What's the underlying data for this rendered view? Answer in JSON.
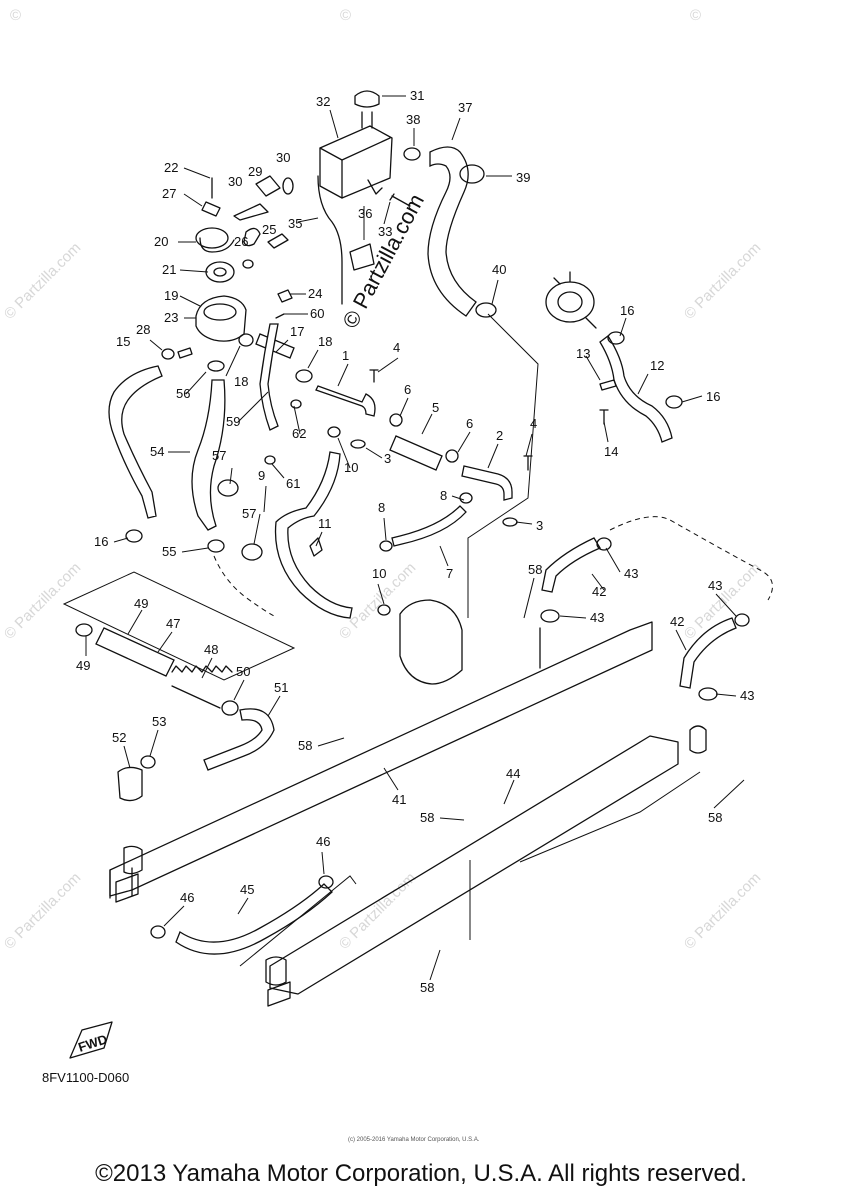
{
  "diagram_code": "8FV1100-D060",
  "footer": "©2013 Yamaha Motor Corporation, U.S.A. All rights reserved.",
  "fineprint": "(c) 2005-2016 Yamaha Motor Corporation, U.S.A.",
  "watermark_main": "© Partzilla.com",
  "watermark_small": "© Partzilla.com",
  "fwd_label": "FWD",
  "callouts": {
    "c1": "1",
    "c2": "2",
    "c3a": "3",
    "c3b": "3",
    "c4a": "4",
    "c4b": "4",
    "c5": "5",
    "c6a": "6",
    "c6b": "6",
    "c7": "7",
    "c8a": "8",
    "c8b": "8",
    "c9": "9",
    "c10a": "10",
    "c10b": "10",
    "c11": "11",
    "c12": "12",
    "c13": "13",
    "c14": "14",
    "c15": "15",
    "c16a": "16",
    "c16b": "16",
    "c16c": "16",
    "c17": "17",
    "c18a": "18",
    "c18b": "18",
    "c19": "19",
    "c20": "20",
    "c21": "21",
    "c22": "22",
    "c23": "23",
    "c24": "24",
    "c25": "25",
    "c26": "26",
    "c27": "27",
    "c28": "28",
    "c29": "29",
    "c30a": "30",
    "c30b": "30",
    "c31": "31",
    "c32": "32",
    "c33": "33",
    "c35": "35",
    "c36": "36",
    "c37": "37",
    "c38": "38",
    "c39": "39",
    "c40": "40",
    "c41": "41",
    "c42a": "42",
    "c42b": "42",
    "c43a": "43",
    "c43b": "43",
    "c43c": "43",
    "c43d": "43",
    "c44": "44",
    "c45": "45",
    "c46a": "46",
    "c46b": "46",
    "c47": "47",
    "c48": "48",
    "c49a": "49",
    "c49b": "49",
    "c50": "50",
    "c51": "51",
    "c52": "52",
    "c53": "53",
    "c54": "54",
    "c55": "55",
    "c56": "56",
    "c57a": "57",
    "c57b": "57",
    "c58a": "58",
    "c58b": "58",
    "c58c": "58",
    "c58d": "58",
    "c58e": "58",
    "c59": "59",
    "c60": "60",
    "c61": "61",
    "c62": "62"
  }
}
